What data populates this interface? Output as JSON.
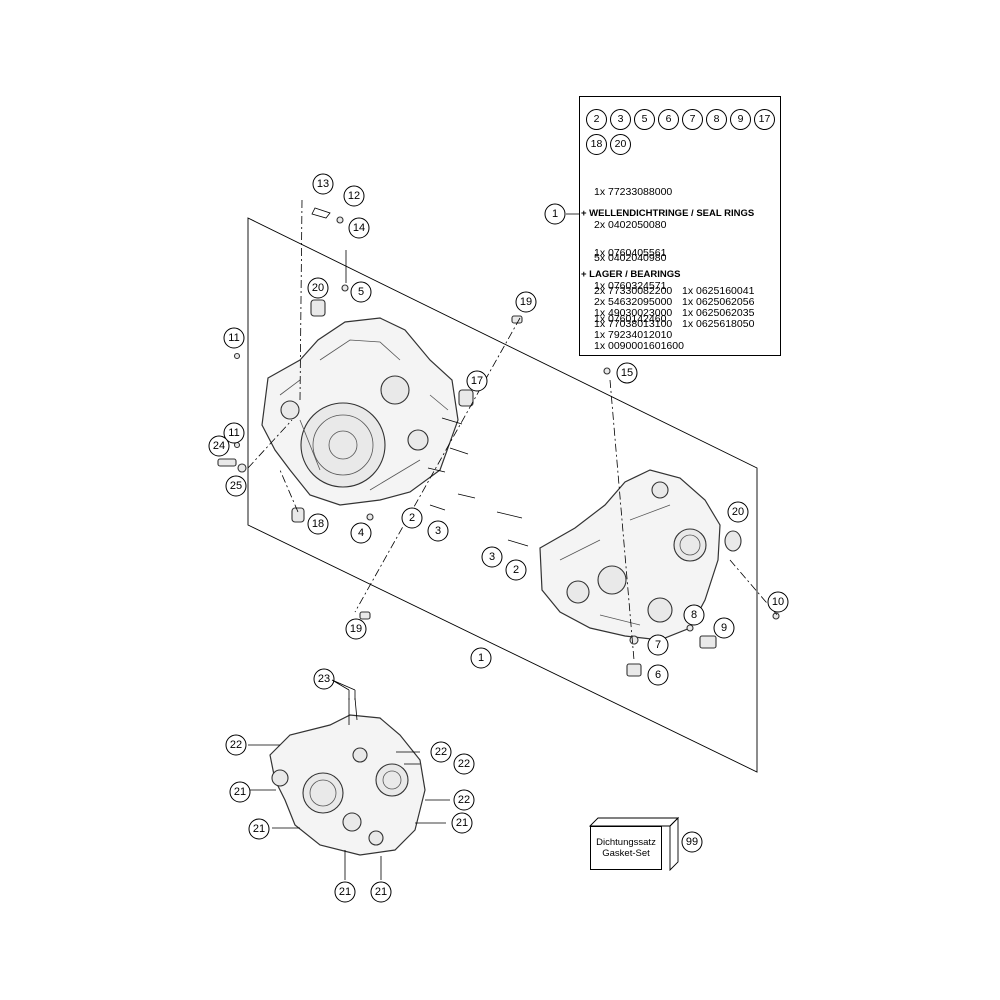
{
  "kit": {
    "refs": [
      "2",
      "3",
      "5",
      "6",
      "7",
      "8",
      "9",
      "17",
      "18",
      "20"
    ],
    "parts": [
      "1x 77233088000",
      "2x 0402050080",
      "5x 0402040980"
    ],
    "seal_heading": "+ WELLENDICHTRINGE / SEAL RINGS",
    "seals": [
      "1x 0760405561",
      "1x 0760324571",
      "1x 0760142460"
    ],
    "bearing_heading": "+ LAGER / BEARINGS",
    "bearings_left": [
      "2x 77330082200",
      "2x 54632095000",
      "1x 49030023000",
      "1x 77038013100",
      "1x 79234012010",
      "1x 0090001601600"
    ],
    "bearings_right": [
      "1x 0625160041",
      "1x 0625062056",
      "1x 0625062035",
      "1x 0625618050"
    ]
  },
  "gasket": {
    "line1": "Dichtungssatz",
    "line2": "Gasket-Set",
    "ref": "99"
  },
  "callouts": {
    "c1a": "1",
    "c1b": "1",
    "c2a": "2",
    "c2b": "2",
    "c3a": "3",
    "c3b": "3",
    "c4": "4",
    "c5": "5",
    "c6": "6",
    "c7": "7",
    "c8": "8",
    "c9": "9",
    "c10": "10",
    "c11a": "11",
    "c11b": "11",
    "c12": "12",
    "c13": "13",
    "c14": "14",
    "c15": "15",
    "c17": "17",
    "c18": "18",
    "c19a": "19",
    "c19b": "19",
    "c20a": "20",
    "c20b": "20",
    "c21a": "21",
    "c21b": "21",
    "c21c": "21",
    "c21d": "21",
    "c21e": "21",
    "c22a": "22",
    "c22b": "22",
    "c22c": "22",
    "c22d": "22",
    "c23": "23",
    "c24": "24",
    "c25": "25"
  }
}
